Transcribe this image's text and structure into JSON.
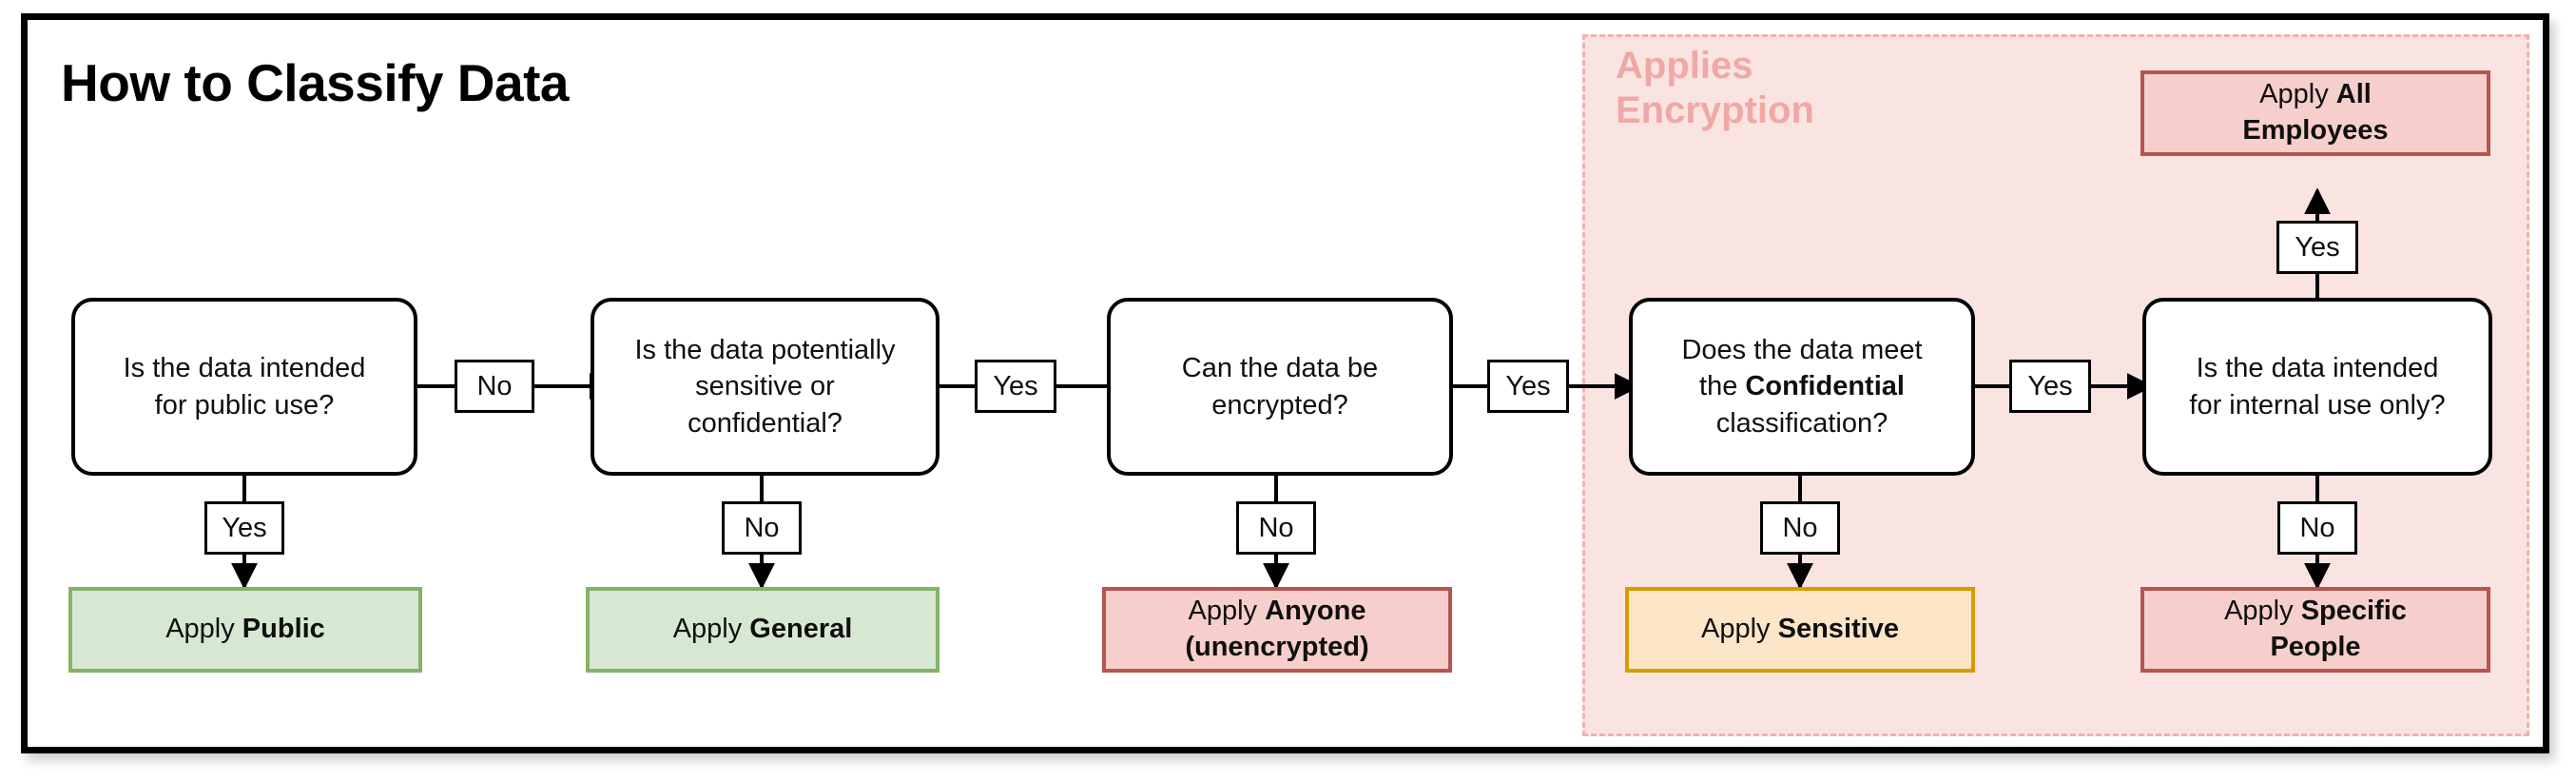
{
  "title": "How to Classify Data",
  "group": {
    "label": "Applies\nEncryption",
    "fill": "#fae4e2",
    "border": "#f0b3ae",
    "text_color": "#f0a8a4"
  },
  "colors": {
    "green_fill": "#d6e8d2",
    "green_border": "#82b366",
    "red_fill": "#f6cfcc",
    "red_border": "#b85450",
    "amber_fill": "#fde5c8",
    "amber_border": "#d79b00",
    "node_border": "#000000",
    "frame_border": "#000000"
  },
  "decisions": [
    {
      "id": "public-use",
      "line1": "Is the data intended",
      "line2": "for public use?",
      "line3": ""
    },
    {
      "id": "sensitive-or-confidential",
      "line1": "Is the data potentially",
      "line2": "sensitive or",
      "line3": "confidential?"
    },
    {
      "id": "can-encrypt",
      "line1": "Can the data be",
      "line2": "encrypted?",
      "line3": ""
    },
    {
      "id": "confidential-classification",
      "line1": "Does the data meet",
      "line2_pre": "the ",
      "line2_bold": "Confidential",
      "line3": "classification?"
    },
    {
      "id": "internal-use-only",
      "line1": "Is the data intended",
      "line2": "for internal use only?",
      "line3": ""
    }
  ],
  "outcomes": [
    {
      "id": "public",
      "prefix": "Apply ",
      "bold": "Public",
      "style": "green"
    },
    {
      "id": "general",
      "prefix": "Apply ",
      "bold": "General",
      "style": "green"
    },
    {
      "id": "anyone-unencrypted",
      "prefix": "Apply ",
      "bold": "Anyone",
      "bold2": "(unencrypted)",
      "style": "red"
    },
    {
      "id": "sensitive",
      "prefix": "Apply ",
      "bold": "Sensitive",
      "style": "amber"
    },
    {
      "id": "all-employees",
      "prefix": "Apply ",
      "bold": "All",
      "bold2": "Employees",
      "style": "red"
    },
    {
      "id": "specific-people",
      "prefix": "Apply ",
      "bold": "Specific",
      "bold2": "People",
      "style": "red"
    }
  ],
  "edges": [
    {
      "id": "public-use-no",
      "label": "No"
    },
    {
      "id": "public-use-yes",
      "label": "Yes"
    },
    {
      "id": "sensitive-yes",
      "label": "Yes"
    },
    {
      "id": "sensitive-no",
      "label": "No"
    },
    {
      "id": "encrypt-yes",
      "label": "Yes"
    },
    {
      "id": "encrypt-no",
      "label": "No"
    },
    {
      "id": "confidential-yes",
      "label": "Yes"
    },
    {
      "id": "confidential-no",
      "label": "No"
    },
    {
      "id": "internal-yes",
      "label": "Yes"
    },
    {
      "id": "internal-no",
      "label": "No"
    }
  ]
}
